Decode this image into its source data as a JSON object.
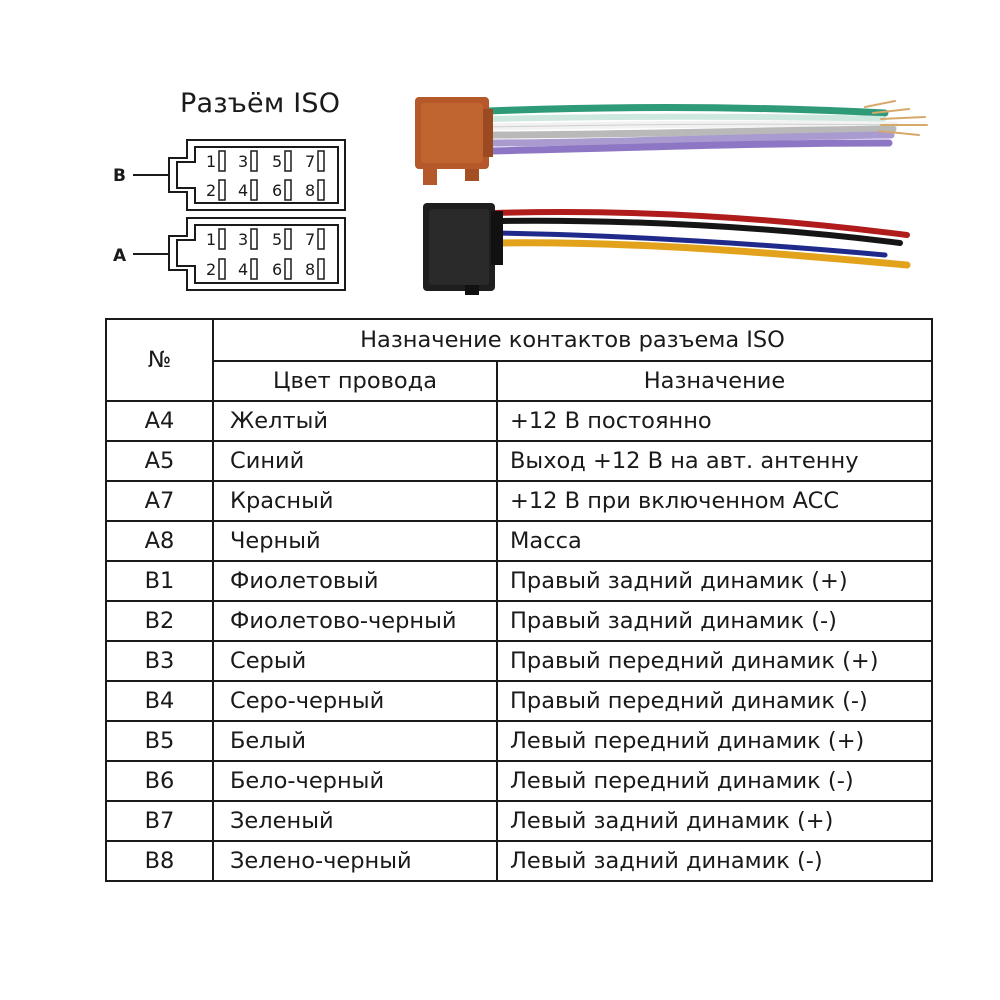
{
  "diagram": {
    "title": "Разъём ISO",
    "block_b_label": "B",
    "block_a_label": "A",
    "pins": [
      "1",
      "3",
      "5",
      "7",
      "2",
      "4",
      "6",
      "8"
    ]
  },
  "table": {
    "header_title": "Назначение контактов разъема ISO",
    "col_num": "№",
    "col_color": "Цвет провода",
    "col_func": "Назначение",
    "rows": [
      {
        "num": "A4",
        "color": "Желтый",
        "func": "+12 В постоянно"
      },
      {
        "num": "A5",
        "color": "Синий",
        "func": "Выход +12 В на авт. антенну"
      },
      {
        "num": "A7",
        "color": "Красный",
        "func": "+12 В при включенном ACC"
      },
      {
        "num": "A8",
        "color": "Черный",
        "func": "Масса"
      },
      {
        "num": "B1",
        "color": "Фиолетовый",
        "func": "Правый задний динамик (+)"
      },
      {
        "num": "B2",
        "color": "Фиолетово-черный",
        "func": "Правый задний динамик (-)"
      },
      {
        "num": "B3",
        "color": "Серый",
        "func": "Правый передний динамик (+)"
      },
      {
        "num": "B4",
        "color": "Серо-черный",
        "func": "Правый передний динамик (-)"
      },
      {
        "num": "B5",
        "color": "Белый",
        "func": "Левый передний динамик (+)"
      },
      {
        "num": "B6",
        "color": "Бело-черный",
        "func": "Левый передний динамик (-)"
      },
      {
        "num": "B7",
        "color": "Зеленый",
        "func": "Левый задний динамик (+)"
      },
      {
        "num": "B8",
        "color": "Зелено-черный",
        "func": "Левый задний динамик (-)"
      }
    ]
  },
  "colors": {
    "line": "#1a1a1a",
    "brown_connector": "#b5582a",
    "black_connector": "#1e1e1e",
    "wire_yellow": "#e3a21b",
    "wire_blue": "#1f2a8a",
    "wire_red": "#b01c1c",
    "wire_black": "#151515",
    "wire_violet": "#9a84c9",
    "wire_gray": "#b9b9b9",
    "wire_white": "#f2f2f2",
    "wire_green": "#2f9a78"
  }
}
